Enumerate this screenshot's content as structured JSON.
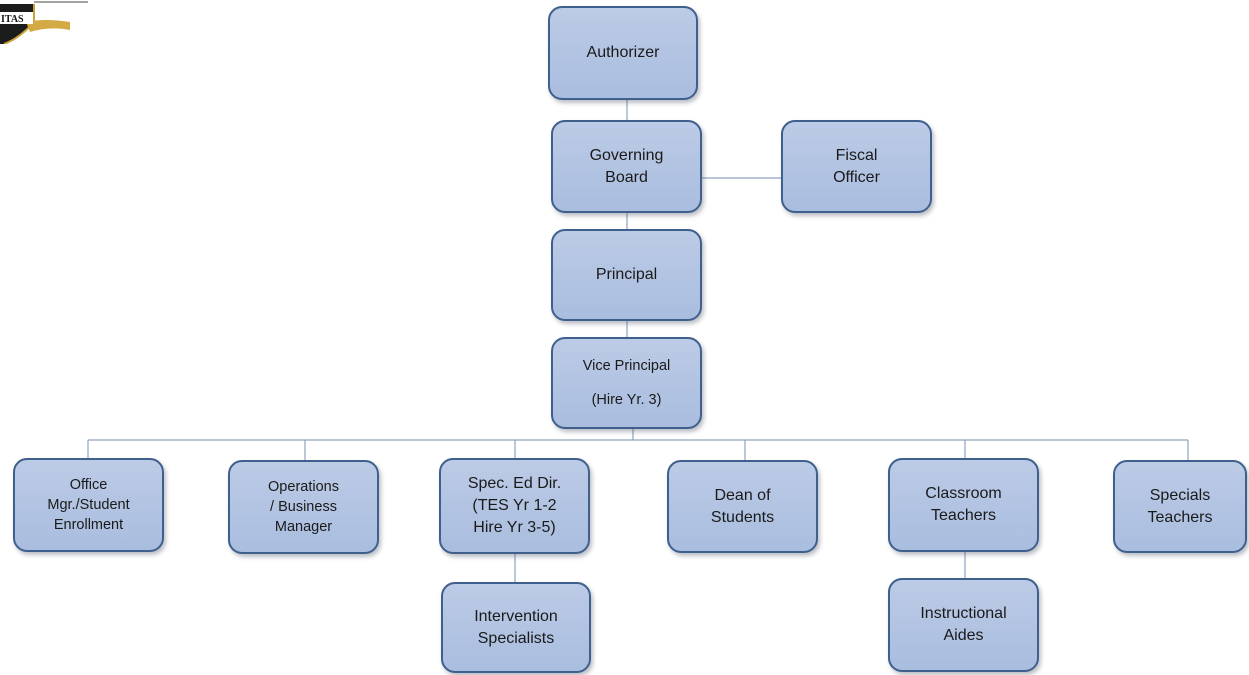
{
  "logo": {
    "text": "ITAS"
  },
  "nodes": {
    "authorizer": [
      "Authorizer"
    ],
    "governing_board": [
      "Governing",
      "Board"
    ],
    "fiscal_officer": [
      "Fiscal",
      "Officer"
    ],
    "principal": [
      "Principal"
    ],
    "vice_principal": [
      "Vice Principal",
      "(Hire Yr. 3)"
    ],
    "office_mgr": [
      "Office",
      "Mgr./Student",
      "Enrollment"
    ],
    "operations": [
      "Operations",
      "/ Business",
      "Manager"
    ],
    "spec_ed": [
      "Spec. Ed Dir.",
      "(TES Yr 1-2",
      "Hire Yr 3-5)"
    ],
    "dean": [
      "Dean of",
      "Students"
    ],
    "classroom_teachers": [
      "Classroom",
      "Teachers"
    ],
    "specials_teachers": [
      "Specials",
      "Teachers"
    ],
    "intervention": [
      "Intervention",
      "Specialists"
    ],
    "instructional_aides": [
      "Instructional",
      "Aides"
    ]
  },
  "colors": {
    "box_fill": "#b3c5e3",
    "box_border": "#3f5f8c",
    "connector": "#8fa3c0"
  }
}
